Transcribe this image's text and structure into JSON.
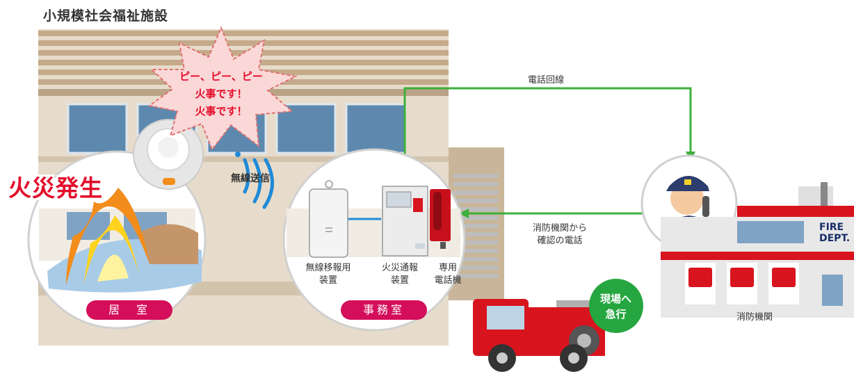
{
  "title": "小規模社会福祉施設",
  "alarm_text": [
    "ピー、ピー、ピー",
    "火事です！",
    "火事です！"
  ],
  "fire_label": "火災発生",
  "wireless_label": "無線送信",
  "devices": {
    "transmitter": [
      "無線移報用",
      "装置"
    ],
    "fire_panel": [
      "火災通報",
      "装置"
    ],
    "phone": [
      "専用",
      "電話機"
    ]
  },
  "rooms": {
    "bedroom": "居　室",
    "office": "事務室"
  },
  "phone_line_label": "電話回線",
  "confirm_call_label": [
    "消防機関から",
    "確認の電話"
  ],
  "dispatch_label": [
    "現場へ",
    "急行"
  ],
  "fire_station_label": "消防機関",
  "fire_dept_sign": [
    "FIRE",
    "DEPT."
  ],
  "colors": {
    "line_green": "#3cb03c",
    "arrow_blue": "#1f8ad8",
    "room_pill": "#d40e5a",
    "fire_red": "#e30d2a",
    "truck_red": "#d8141e"
  }
}
